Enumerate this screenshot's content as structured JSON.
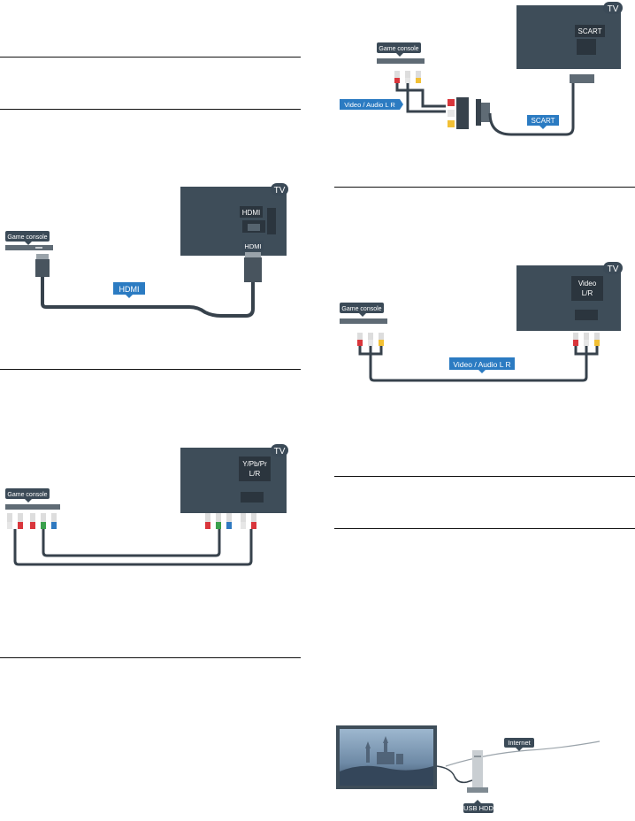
{
  "labels": {
    "tv": "TV",
    "game_console": "Game console",
    "hdmi": "HDMI",
    "ypbpr_line1": "Y/Pb/Pr",
    "ypbpr_line2": "L/R",
    "scart": "SCART",
    "video_audio": "Video / Audio L R",
    "video_line1": "Video",
    "video_line2": "L/R",
    "internet": "Internet",
    "usb_hdd": "USB HDD"
  },
  "colors": {
    "tv_body": "#3e4d59",
    "tv_port": "#2b353e",
    "cable": "#37424c",
    "callout": "#3b4a57",
    "blue_label": "#2b7bc2",
    "rca_red": "#d9363c",
    "rca_white": "#e6e6e6",
    "rca_yellow": "#f2c035",
    "rca_green": "#3aa04c",
    "rca_blue": "#2f79c0",
    "console": "#5f6b75"
  }
}
